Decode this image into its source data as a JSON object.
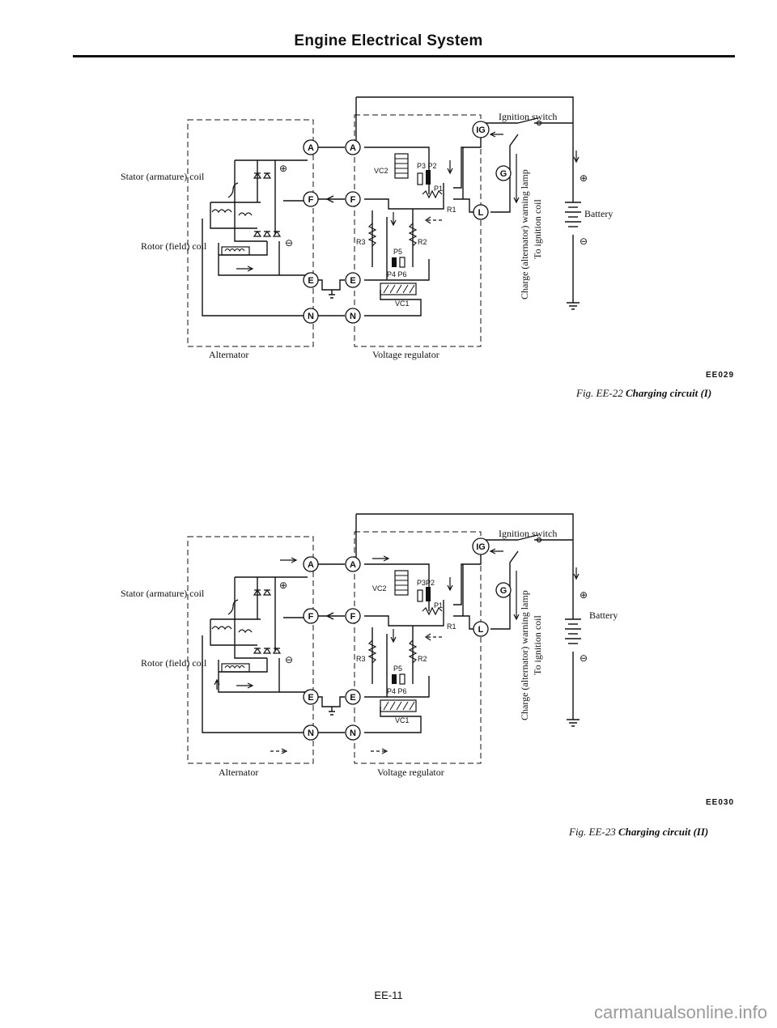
{
  "header": {
    "title": "Engine Electrical System"
  },
  "page_number": "EE-11",
  "watermark": "carmanualsonline.info",
  "figures": [
    {
      "code": "EE029",
      "caption_prefix": "Fig. EE-22",
      "caption_title": "Charging circuit (I)",
      "labels": {
        "stator": "Stator (armature) coil",
        "rotor": "Rotor (field) coil",
        "alternator": "Alternator",
        "regulator": "Voltage regulator",
        "ignition_switch": "Ignition switch",
        "battery": "Battery",
        "warning_lamp": "Charge (alternator) warning lamp",
        "ignition_coil": "To ignition coil",
        "vc2": "VC2",
        "vc1": "VC1",
        "p3p2": "P3 P2",
        "p1": "P1",
        "r1": "R1",
        "r2": "R2",
        "r3": "R3",
        "p5": "P5",
        "p4p6": "P4 P6",
        "plus": "⊕",
        "minus": "⊖"
      },
      "terminals": [
        "A",
        "F",
        "E",
        "N",
        "A",
        "F",
        "E",
        "N",
        "IG",
        "L",
        "G"
      ]
    },
    {
      "code": "EE030",
      "caption_prefix": "Fig. EE-23",
      "caption_title": "Charging circuit (II)",
      "labels": {
        "stator": "Stator (armature) coil",
        "rotor": "Rotor (field) coil",
        "alternator": "Alternator",
        "regulator": "Voltage regulator",
        "ignition_switch": "Ignition switch",
        "battery": "Battery",
        "warning_lamp": "Charge (alternator) warning lamp",
        "ignition_coil": "To ignition coil",
        "vc2": "VC2",
        "vc1": "VC1",
        "p3p2": "P3P2",
        "p1": "P1",
        "r1": "R1",
        "r2": "R2",
        "r3": "R3",
        "p5": "P5",
        "p4p6": "P4 P6",
        "plus": "⊕",
        "minus": "⊖"
      },
      "terminals": [
        "A",
        "F",
        "E",
        "N",
        "A",
        "F",
        "E",
        "N",
        "IG",
        "L",
        "G"
      ]
    }
  ]
}
